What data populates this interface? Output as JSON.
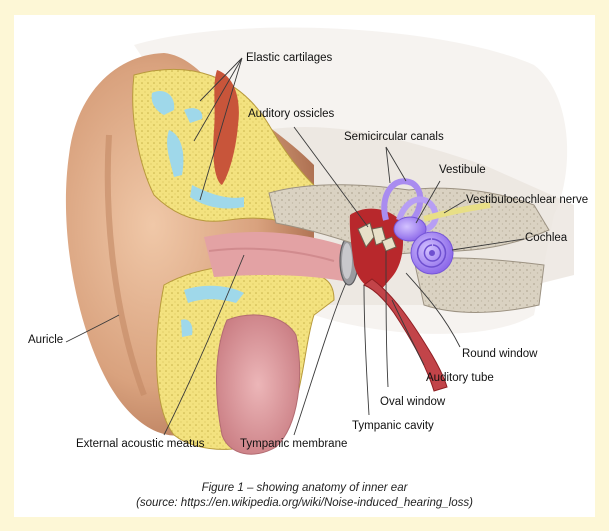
{
  "labels": {
    "elastic_cartilages": "Elastic cartilages",
    "auditory_ossicles": "Auditory ossicles",
    "semicircular_canals": "Semicircular canals",
    "vestibule": "Vestibule",
    "vestibulocochlear_nerve": "Vestibulocochlear nerve",
    "cochlea": "Cochlea",
    "auricle": "Auricle",
    "round_window": "Round window",
    "auditory_tube": "Auditory tube",
    "oval_window": "Oval window",
    "tympanic_cavity": "Tympanic cavity",
    "external_acoustic_meatus": "External acoustic meatus",
    "tympanic_membrane": "Tympanic membrane"
  },
  "caption": {
    "line1": "Figure 1 – showing anatomy of inner ear",
    "line2": "(source: https://en.wikipedia.org/wiki/Noise-induced_hearing_loss)"
  },
  "colors": {
    "page_background": "#fdf7d6",
    "skin": "#d9a27e",
    "cartilage": "#f4e489",
    "bone": "#d8d0c0",
    "inner_ear": "#a98cf0",
    "middle_ear": "#b8282c",
    "canal_tissue": "#dd9b9f"
  }
}
